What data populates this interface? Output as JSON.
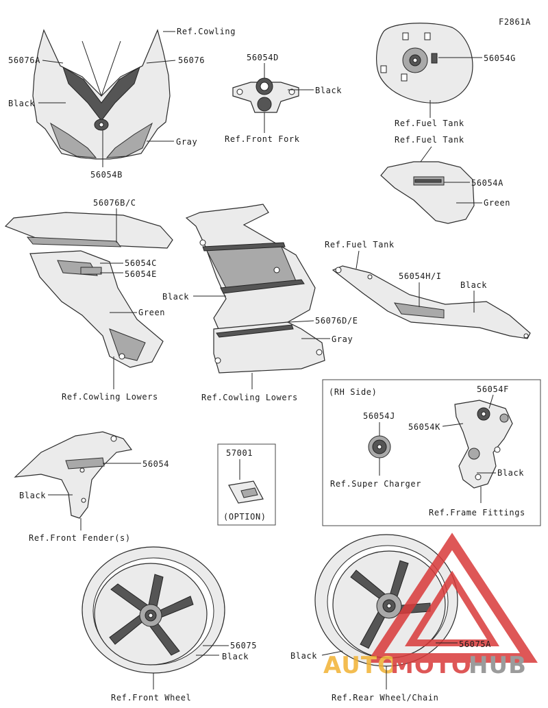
{
  "figure_code": "F2861A",
  "labels": {
    "ref_cowling": "Ref.Cowling",
    "p56076A": "56076A",
    "p56076": "56076",
    "black_cowl": "Black",
    "gray_cowl": "Gray",
    "p56054B": "56054B",
    "p56054D": "56054D",
    "black_fork": "Black",
    "ref_front_fork": "Ref.Front Fork",
    "p56054G": "56054G",
    "ref_fuel_tank_1": "Ref.Fuel Tank",
    "ref_fuel_tank_2": "Ref.Fuel Tank",
    "p56054A": "56054A",
    "green_tank": "Green",
    "p56076BC": "56076B/C",
    "p56054C": "56054C",
    "p56054E": "56054E",
    "green_lower": "Green",
    "ref_cowling_lowers_1": "Ref.Cowling Lowers",
    "black_lower": "Black",
    "p56076DE": "56076D/E",
    "gray_lower": "Gray",
    "ref_cowling_lowers_2": "Ref.Cowling Lowers",
    "ref_fuel_tank_3": "Ref.Fuel Tank",
    "p56054HI": "56054H/I",
    "black_cover": "Black",
    "rh_side": "(RH Side)",
    "p56054J": "56054J",
    "ref_super_charger": "Ref.Super Charger",
    "p56054F": "56054F",
    "p56054K": "56054K",
    "black_frame": "Black",
    "ref_frame_fittings": "Ref.Frame Fittings",
    "p56054": "56054",
    "black_fender": "Black",
    "ref_front_fenders": "Ref.Front Fender(s)",
    "p57001": "57001",
    "option": "(OPTION)",
    "p56075": "56075",
    "black_fwheel": "Black",
    "ref_front_wheel": "Ref.Front Wheel",
    "p56075A": "56075A",
    "black_rwheel": "Black",
    "ref_rear_wheel": "Ref.Rear Wheel/Chain"
  },
  "watermark": {
    "part1": "AUTO",
    "part2": "MOTO",
    "part3": "HUB",
    "color_red": "#d93a3a",
    "color_orange": "#f2b233",
    "color_gray": "#8a8a8a"
  }
}
